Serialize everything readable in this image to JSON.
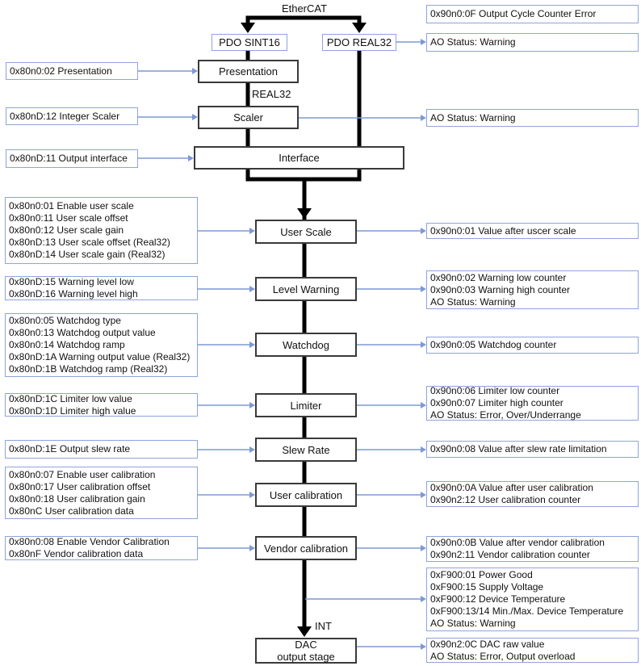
{
  "colors": {
    "accent": "#7d99d6",
    "accent_border": "#8ea4da",
    "dark_border": "#3a3a3a",
    "flow": "#000000",
    "background": "#ffffff",
    "text": "#111111"
  },
  "annotations": {
    "ethercat": "EtherCAT",
    "real32": "REAL32",
    "int": "INT"
  },
  "nodes": {
    "pdo_sint16": "PDO SINT16",
    "pdo_real32": "PDO REAL32",
    "presentation": "Presentation",
    "scaler": "Scaler",
    "interface": "Interface",
    "user_scale": "User Scale",
    "level_warning": "Level Warning",
    "watchdog": "Watchdog",
    "limiter": "Limiter",
    "slew_rate": "Slew Rate",
    "user_calibration": "User calibration",
    "vendor_calibration": "Vendor calibration",
    "dac_lines": [
      "DAC",
      "output stage"
    ]
  },
  "left_boxes": [
    {
      "lines": [
        "0x80n0:02 Presentation"
      ]
    },
    {
      "lines": [
        "0x80nD:12 Integer Scaler"
      ]
    },
    {
      "lines": [
        "0x80nD:11 Output interface"
      ]
    },
    {
      "lines": [
        "0x80n0:01 Enable user scale",
        "0x80n0:11 User scale offset",
        "0x80n0:12 User scale gain",
        "0x80nD:13 User scale offset (Real32)",
        "0x80nD:14 User scale gain (Real32)"
      ]
    },
    {
      "lines": [
        "0x80nD:15 Warning level low",
        "0x80nD:16 Warning level high"
      ]
    },
    {
      "lines": [
        "0x80n0:05 Watchdog type",
        "0x80n0:13 Watchdog output value",
        "0x80n0:14 Watchdog ramp",
        "0x80nD:1A Warning output value (Real32)",
        "0x80nD:1B Watchdog ramp (Real32)"
      ]
    },
    {
      "lines": [
        "0x80nD:1C Limiter low value",
        "0x80nD:1D Limiter high value"
      ]
    },
    {
      "lines": [
        "0x80nD:1E Output slew rate"
      ]
    },
    {
      "lines": [
        "0x80n0:07 Enable user calibration",
        "0x80n0:17 User calibration offset",
        "0x80n0:18 User calibration gain",
        "0x80nC User calibration data"
      ]
    },
    {
      "lines": [
        "0x80n0:08 Enable Vendor Calibration",
        "0x80nF Vendor calibration data"
      ]
    }
  ],
  "right_boxes": [
    {
      "lines": [
        "0x90n0:0F Output Cycle Counter Error"
      ]
    },
    {
      "lines": [
        "AO Status: Warning"
      ]
    },
    {
      "lines": [
        "AO Status: Warning"
      ]
    },
    {
      "lines": [
        "0x90n0:01 Value after uscer scale"
      ]
    },
    {
      "lines": [
        "0x90n0:02 Warning low counter",
        "0x90n0:03 Warning high counter",
        "AO Status: Warning"
      ]
    },
    {
      "lines": [
        "0x90n0:05 Watchdog counter"
      ]
    },
    {
      "lines": [
        "0x90n0:06 Limiter low counter",
        "0x90n0:07 Limiter high counter",
        "AO Status: Error, Over/Underrange"
      ]
    },
    {
      "lines": [
        "0x90n0:08 Value after slew rate limitation"
      ]
    },
    {
      "lines": [
        "0x90n0:0A Value after user calibration",
        "0x90n2:12 User calibration counter"
      ]
    },
    {
      "lines": [
        "0x90n0:0B Value after vendor calibration",
        "0x90n2:11 Vendor calibration counter"
      ]
    },
    {
      "lines": [
        "0xF900:01 Power Good",
        "0xF900:15 Supply Voltage",
        "0xF900:12 Device Temperature",
        "0xF900:13/14 Min./Max. Device Temperature",
        "AO Status: Warning"
      ]
    },
    {
      "lines": [
        "0x90n2:0C DAC raw value",
        "AO Status: Error, Output overload"
      ]
    }
  ]
}
